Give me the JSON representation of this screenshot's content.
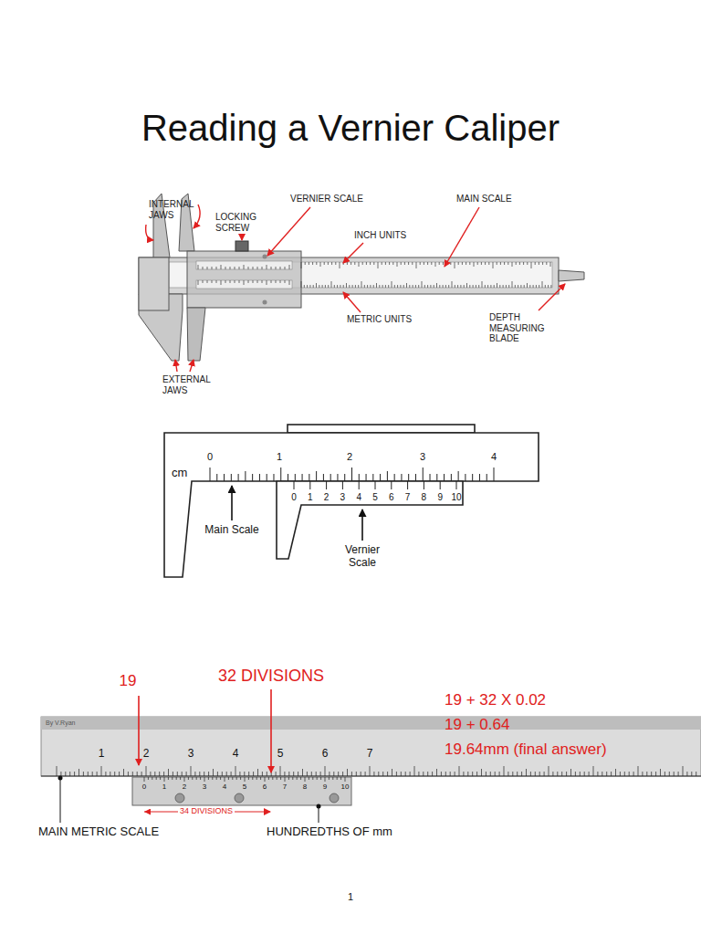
{
  "diagram": {
    "title": "Reading a Vernier Caliper",
    "labels": [
      "INTERNAL JAWS",
      "LOCKING SCREW",
      "VERNIER SCALE",
      "MAIN SCALE",
      "INCH UNITS",
      "METRIC UNITS",
      "DEPTH MEASURING BLADE",
      "EXTERNAL JAWS",
      "cm",
      "0",
      "1",
      "2",
      "3",
      "4",
      "0",
      "1",
      "2",
      "3",
      "4",
      "5",
      "6",
      "7",
      "8",
      "9",
      "10",
      "Main Scale",
      "Vernier Scale",
      "19",
      "32 DIVISIONS",
      "By V.Ryan",
      "1",
      "2",
      "3",
      "4",
      "5",
      "6",
      "7",
      "0",
      "1",
      "2",
      "3",
      "4",
      "5",
      "6",
      "7",
      "8",
      "9",
      "10",
      "34 DIVISIONS",
      "MAIN METRIC SCALE",
      "HUNDREDTHS OF mm",
      "19 + 32 X 0.02",
      "19 + 0.64",
      "19.64mm (final answer)",
      "1"
    ]
  }
}
